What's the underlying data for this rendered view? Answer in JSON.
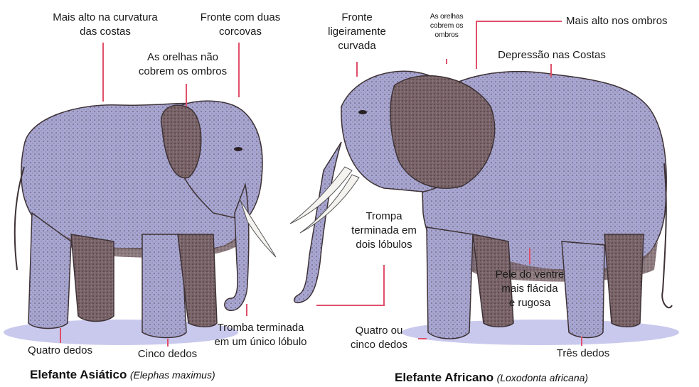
{
  "asian": {
    "labels": {
      "curvature": [
        "Mais alto na curvatura",
        "das costas"
      ],
      "forehead": [
        "Fronte com duas",
        "corcovas"
      ],
      "ears": [
        "As orelhas não",
        "cobrem os ombros"
      ],
      "trunk": [
        "Tromba terminada",
        "em um único lóbulo"
      ],
      "front_toes": "Cinco dedos",
      "back_toes": "Quatro dedos"
    },
    "caption": {
      "name": "Elefante Asiático",
      "scientific": "(Elephas maximus)"
    }
  },
  "african": {
    "labels": {
      "forehead": [
        "Fronte",
        "ligeiramente",
        "curvada"
      ],
      "ears": [
        "As orelhas",
        "cobrem os",
        "ombros"
      ],
      "shoulders": "Mais alto nos ombros",
      "back": "Depressão nas Costas",
      "trunk": [
        "Trompa",
        "terminada em",
        "dois lóbulos"
      ],
      "belly": [
        "Pele do ventre",
        "mais flácida",
        "e rugosa"
      ],
      "front_toes": [
        "Quatro ou",
        "cinco dedos"
      ],
      "back_toes": "Três dedos"
    },
    "caption": {
      "name": "Elefante Africano",
      "scientific": "(Loxodonta africana)"
    }
  },
  "colors": {
    "leader_line": "#e0506a",
    "elephant_body": "#a7a6d2",
    "elephant_shade": "#6c5556",
    "ground_shadow": "#c9c9ee",
    "tusk": "#f4f3ef"
  }
}
